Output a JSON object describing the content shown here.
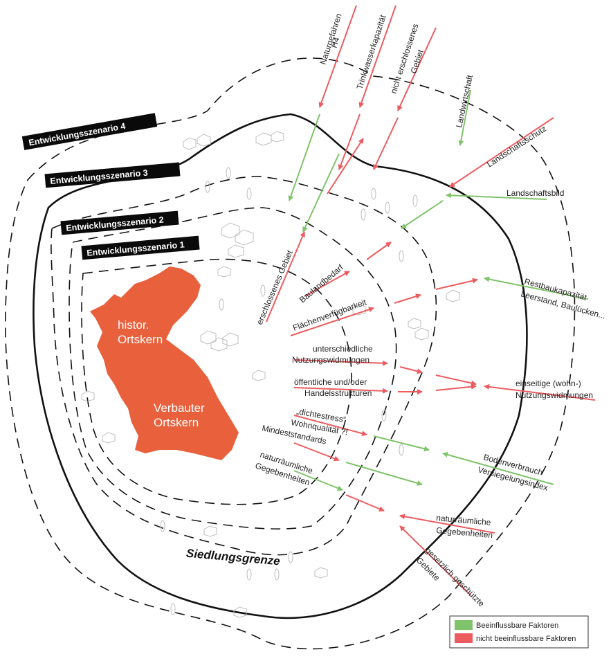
{
  "colors": {
    "green": "#7fc36a",
    "red": "#ec5b5f",
    "core": "#e8603c",
    "label_bg": "#0a0a0a"
  },
  "scenarios": {
    "s4": "Entwicklungsszenario 4",
    "s3": "Entwicklungsszenario 3",
    "s2": "Entwicklungsszenario 2",
    "s1": "Entwicklungsszenario 1"
  },
  "core": {
    "histor_line1": "histor.",
    "histor_line2": "Ortskern",
    "verbaut_line1": "Verbauter",
    "verbaut_line2": "Ortskern"
  },
  "boundary_label": "Siedlungsgrenze",
  "top_factors": {
    "naturgefahren": "Naturgefahren",
    "h4": "H4",
    "trinkwasser": "Trinkwasserkapazität",
    "nicht_erschlossen_1": "nicht erschlossenes",
    "nicht_erschlossen_2": "Gebiet",
    "landwirtschaft": "Landwirtschaft",
    "landschaftsschutz": "Landschaftsschutz",
    "landschaftsbild": "Landschaftsbild"
  },
  "inner_factors": {
    "erschlossen": "erschlossenes Gebiet",
    "baulandbedarf": "Baulandbedarf",
    "flaechen": "Flächenverfügbarkeit",
    "unterschiedliche_1": "unterschiedliche",
    "unterschiedliche_2": "Nutzungswidmungen",
    "oeffentliche_1": "öffentliche und/oder",
    "oeffentliche_2": "Handelsstrukturen",
    "dichtestress_1": "„dichtestress“",
    "dichtestress_2": "Wohnqualität ?!",
    "mindeststandards": "Mindeststandards",
    "naturraum_1": "naturräumliche",
    "naturraum_2": "Gegebenheiten"
  },
  "right_factors": {
    "restbau_1": "Restbaukapazität",
    "restbau_2": "Leerstand, Baulücken...",
    "einseitige_1": "einseitige (wohn-)",
    "einseitige_2": "Nutzungswidmungen",
    "boden_1": "Bodenverbrauch",
    "boden_2": "Versiegelungsindex",
    "naturraum_1": "naturräumliche",
    "naturraum_2": "Gegebenheiten",
    "gesetz_1": "gesetzlich geschützte",
    "gesetz_2": "Gebiete"
  },
  "legend": {
    "green_label": "Beeinflussbare Faktoren",
    "red_label": "nicht beeinflussbare Faktoren"
  }
}
